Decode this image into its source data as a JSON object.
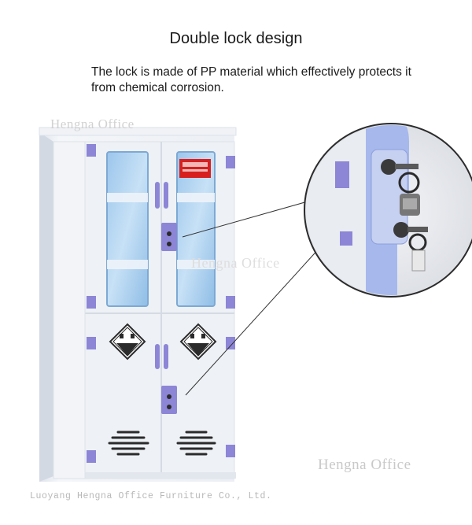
{
  "header": {
    "title": "Double lock design",
    "description": "The lock is made of PP material which effectively protects it from chemical corrosion."
  },
  "watermarks": [
    "Hengna Office",
    "Hengna Office",
    "Hengna Office"
  ],
  "footer": {
    "company": "Luoyang Hengna Office Furniture Co., Ltd."
  },
  "colors": {
    "cabinet": "#e9edf3",
    "accent_purple": "#8d86d6",
    "glass_blue": "#a8cdee",
    "warning_red": "#d81f1f"
  },
  "icons": [
    "corrosive-hazard-icon",
    "corrosive-hazard-icon",
    "key-icon",
    "key-icon"
  ]
}
